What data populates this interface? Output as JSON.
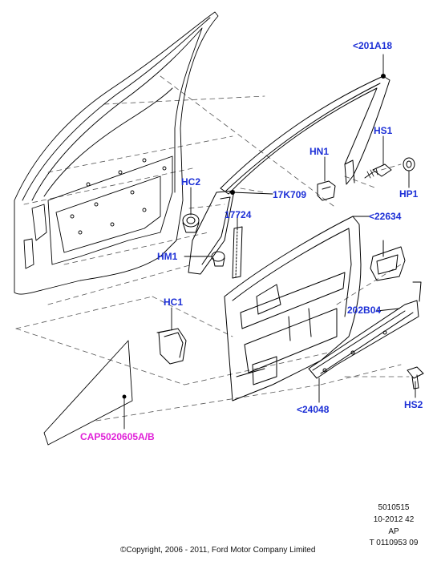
{
  "labels": {
    "l201A18": "<201A18",
    "HS1": "HS1",
    "HN1": "HN1",
    "HP1": "HP1",
    "HC2": "HC2",
    "l17K709": "17K709",
    "l17724": "17724",
    "l22634": "<22634",
    "HM1": "HM1",
    "HC1": "HC1",
    "l202B04": "202B04",
    "HS2": "HS2",
    "l24048": "<24048",
    "cap": "CAP5020605A/B"
  },
  "footer": {
    "line1": "5010515",
    "line2": "10-2012 42",
    "line3": "AP",
    "line4": "T 0110953 09",
    "copyright": "©Copyright, 2006 - 2011, Ford Motor Company Limited"
  },
  "colors": {
    "label_blue": "#1c2fd6",
    "label_magenta": "#e020d8",
    "line": "#000000"
  }
}
